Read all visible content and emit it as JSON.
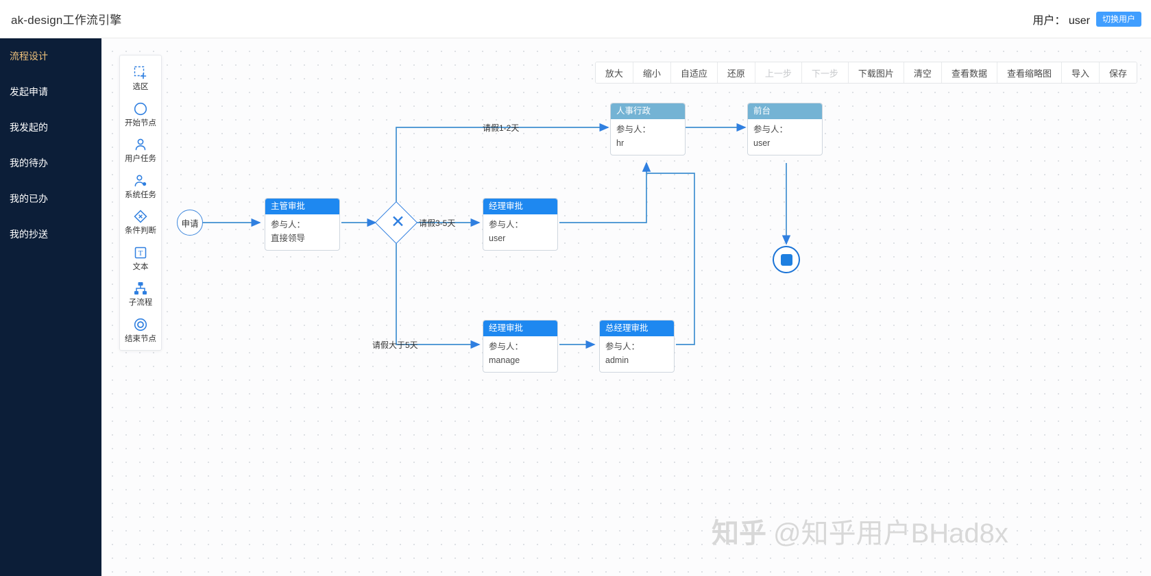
{
  "header": {
    "app_title": "ak-design工作流引擎",
    "user_label": "用户： user",
    "switch_user": "切换用户"
  },
  "sidebar": {
    "items": [
      {
        "label": "流程设计",
        "active": true
      },
      {
        "label": "发起申请",
        "active": false
      },
      {
        "label": "我发起的",
        "active": false
      },
      {
        "label": "我的待办",
        "active": false
      },
      {
        "label": "我的已办",
        "active": false
      },
      {
        "label": "我的抄送",
        "active": false
      }
    ]
  },
  "palette": {
    "items": [
      {
        "label": "选区",
        "icon": "selection-icon"
      },
      {
        "label": "开始节点",
        "icon": "circle-icon"
      },
      {
        "label": "用户任务",
        "icon": "user-icon"
      },
      {
        "label": "系统任务",
        "icon": "user-gear-icon"
      },
      {
        "label": "条件判断",
        "icon": "diamond-icon"
      },
      {
        "label": "文本",
        "icon": "text-icon"
      },
      {
        "label": "子流程",
        "icon": "subprocess-icon"
      },
      {
        "label": "结束节点",
        "icon": "end-circle-icon"
      }
    ]
  },
  "toolbar": {
    "buttons": [
      {
        "label": "放大",
        "disabled": false
      },
      {
        "label": "缩小",
        "disabled": false
      },
      {
        "label": "自适应",
        "disabled": false
      },
      {
        "label": "还原",
        "disabled": false
      },
      {
        "label": "上一步",
        "disabled": true
      },
      {
        "label": "下一步",
        "disabled": true
      },
      {
        "label": "下载图片",
        "disabled": false
      },
      {
        "label": "清空",
        "disabled": false
      },
      {
        "label": "查看数据",
        "disabled": false
      },
      {
        "label": "查看缩略图",
        "disabled": false
      },
      {
        "label": "导入",
        "disabled": false
      },
      {
        "label": "保存",
        "disabled": false
      }
    ]
  },
  "flow": {
    "start_node": {
      "label": "申请"
    },
    "gateway": {
      "symbol": "✕"
    },
    "nodes": [
      {
        "title": "主管审批",
        "participant_label": "参与人：",
        "participant": "直接领导",
        "style": "primary"
      },
      {
        "title": "人事行政",
        "participant_label": "参与人：",
        "participant": "hr",
        "style": "light"
      },
      {
        "title": "前台",
        "participant_label": "参与人：",
        "participant": "user",
        "style": "light"
      },
      {
        "title": "经理审批",
        "participant_label": "参与人：",
        "participant": "user",
        "style": "primary"
      },
      {
        "title": "经理审批",
        "participant_label": "参与人：",
        "participant": "manage",
        "style": "primary"
      },
      {
        "title": "总经理审批",
        "participant_label": "参与人：",
        "participant": "admin",
        "style": "primary"
      }
    ],
    "edge_labels": [
      {
        "text": "请假1-2天"
      },
      {
        "text": "请假3-5天"
      },
      {
        "text": "请假大于5天"
      }
    ]
  },
  "watermark": {
    "logo": "知乎",
    "text": "@知乎用户BHad8x"
  },
  "colors": {
    "accent": "#1e88f0",
    "sidebar_bg": "#0c1e38",
    "sidebar_active": "#f0c27b",
    "node_light_header": "#74b3d4",
    "edge": "#3f8fd0"
  }
}
